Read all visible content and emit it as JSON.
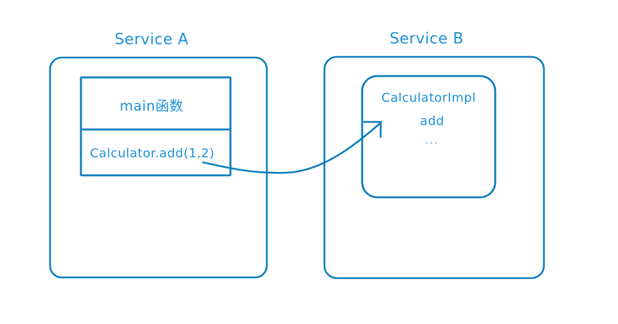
{
  "diagram": {
    "title_color": "#1b90d8",
    "stroke_color": "#0a7cbe",
    "background": "#ffffff",
    "services": [
      {
        "id": "service-a",
        "label": "Service A",
        "table": {
          "rows": [
            {
              "id": "main-func",
              "text": "main函数"
            },
            {
              "id": "call-expr",
              "text": "Calculator.add(1,2)"
            }
          ]
        }
      },
      {
        "id": "service-b",
        "label": "Service B",
        "impl_box": {
          "id": "calculator-impl",
          "lines": [
            {
              "id": "class-name",
              "text": "CalculatorImpl"
            },
            {
              "id": "method-name",
              "text": "add"
            },
            {
              "id": "more",
              "text": "···"
            }
          ]
        }
      }
    ],
    "connector": {
      "id": "rpc-call-arrow",
      "from": "call-expr",
      "to": "calculator-impl",
      "label": ""
    }
  }
}
